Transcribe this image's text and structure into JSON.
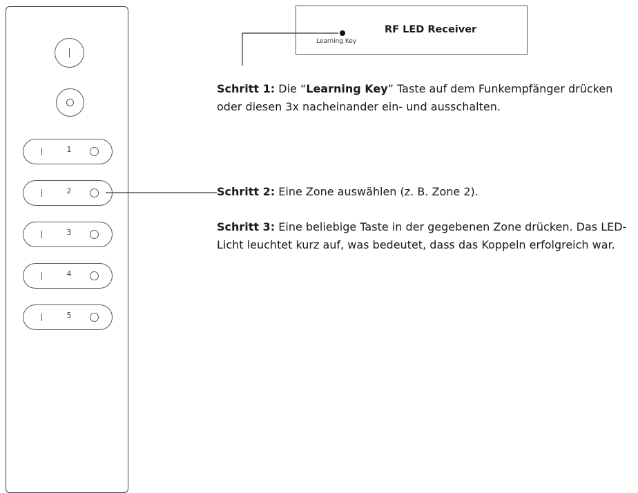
{
  "remote": {
    "zones": [
      {
        "number": "1"
      },
      {
        "number": "2"
      },
      {
        "number": "3"
      },
      {
        "number": "4"
      },
      {
        "number": "5"
      }
    ],
    "highlighted_zone": "2"
  },
  "receiver": {
    "title": "RF LED Receiver",
    "key_label": "Learning Key"
  },
  "steps": {
    "step1": {
      "label": "Schritt 1:",
      "text_a": " Die “",
      "key": "Learning Key",
      "text_b": "” Taste auf dem Funkempfänger drücken oder diesen 3x nacheinander ein- und ausschalten."
    },
    "step2": {
      "label": "Schritt 2:",
      "text": " Eine Zone auswählen (z. B. Zone 2)."
    },
    "step3": {
      "label": "Schritt 3:",
      "text": " Eine beliebige Taste in der gegebenen Zone drücken. Das LED-Licht leuchtet kurz auf, was bedeutet, dass das Koppeln erfolgreich war."
    }
  }
}
